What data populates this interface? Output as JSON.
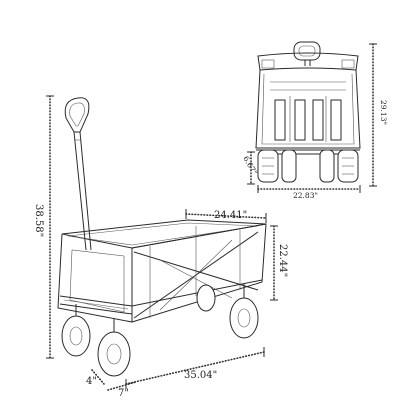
{
  "dimensions": {
    "front_width": "22.83\"",
    "front_height": "29.13\"",
    "front_wheel": "6.67\"",
    "handle_height": "38.58\"",
    "top_width": "24.41\"",
    "basket_height": "22.44\"",
    "total_length": "35.04\"",
    "wheel_depth": "4\"",
    "wheel_width": "7\""
  },
  "colors": {
    "line": "#2a2a2a",
    "background": "#ffffff"
  }
}
